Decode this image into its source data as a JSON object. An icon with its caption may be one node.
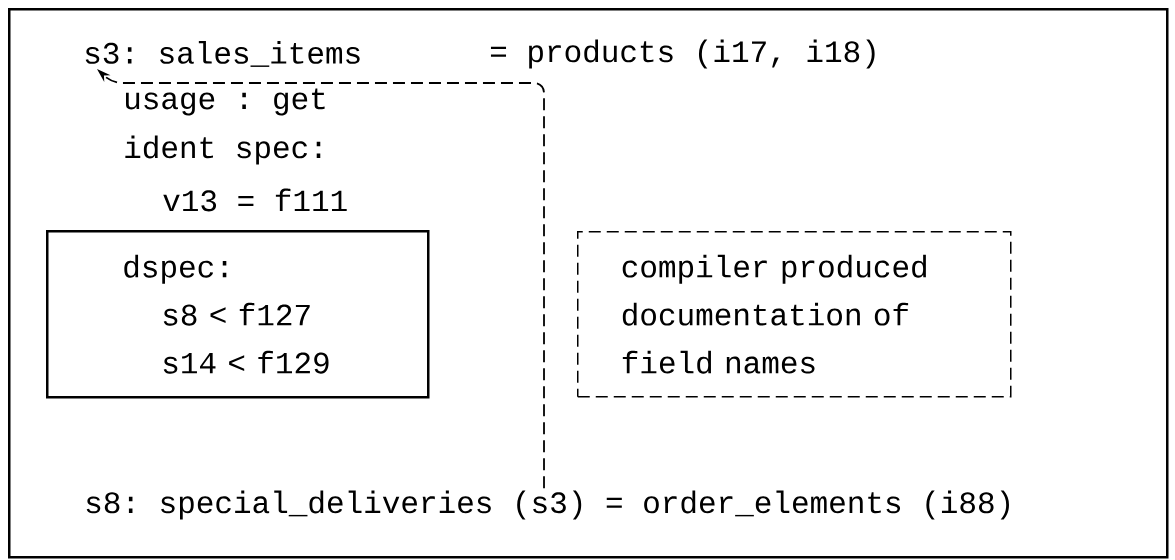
{
  "diagram": {
    "nodes": [
      {
        "text": [],
        "shape": "box"
      },
      {
        "text": [
          "s3: sales_items"
        ],
        "in": 0
      },
      {
        "text": [
          "s8: special_deliveries (s3) = order_elements (i88)"
        ],
        "in": 0
      },
      {
        "text": [
          "dspec:",
          "s8  < f127",
          "s14 < f129"
        ],
        "in": 0
      },
      {
        "text": [
          "compiler produced documentation of field names"
        ],
        "in": 0
      }
    ],
    "edges": [
      {
        "from": 2,
        "to": 1,
        "arrow": "to",
        "style": "dashed"
      }
    ],
    "labels": [
      "= products (i17, i18)",
      "usage : get",
      "ident spec:",
      "v13 = f111"
    ]
  }
}
